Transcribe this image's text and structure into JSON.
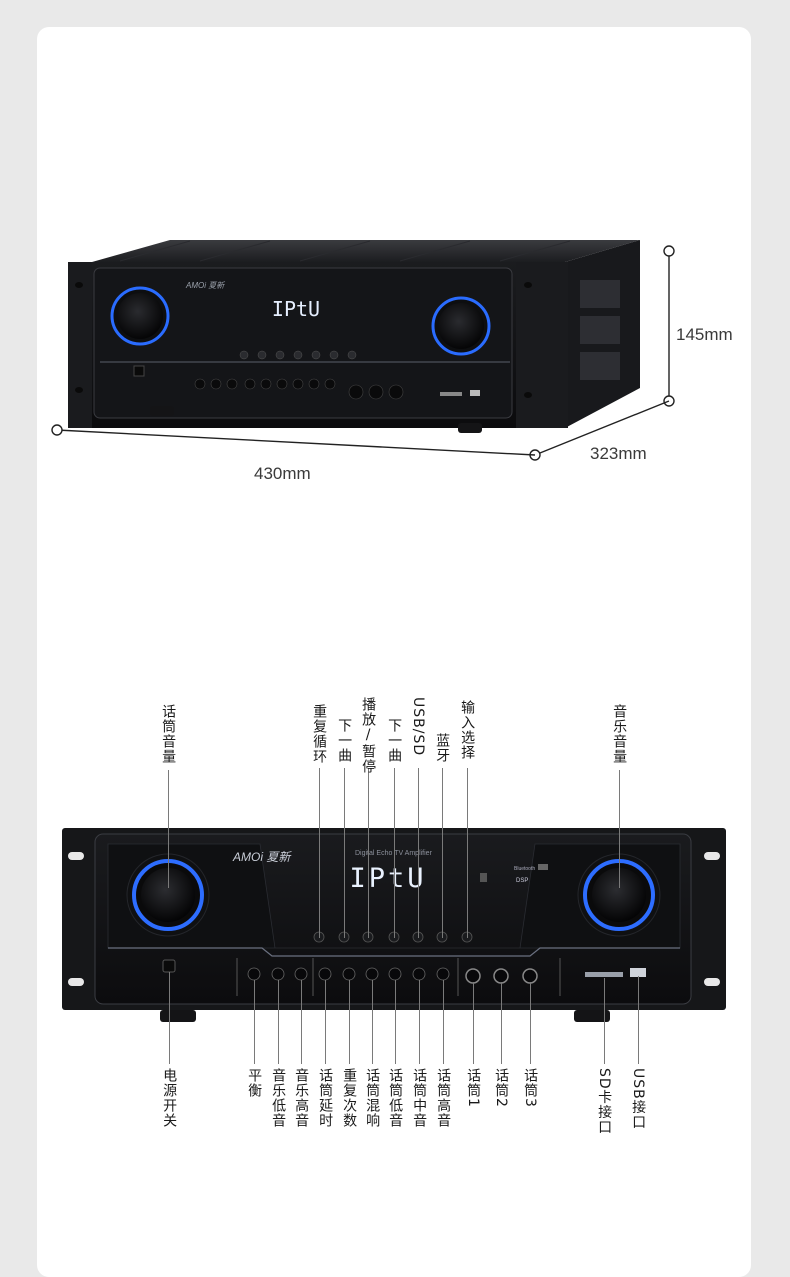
{
  "product": {
    "brand": "AMOI",
    "brand_cn": "夏新",
    "display_text": "IPtU",
    "model_line": "Digital Echo TV Amplifier"
  },
  "dimensions": {
    "height": "145mm",
    "depth": "323mm",
    "width": "430mm"
  },
  "top_labels": {
    "mic_volume": "话筒音量",
    "repeat": "重复循环",
    "prev": "下一曲",
    "play_pause": "播放/暂停",
    "next": "下一曲",
    "usb_sd": "USB/SD",
    "bluetooth": "蓝牙",
    "input_select": "输入选择",
    "music_volume": "音乐音量"
  },
  "bottom_labels": {
    "power": "电源开关",
    "balance": "平衡",
    "music_bass": "音乐低音",
    "music_treble": "音乐高音",
    "mic_delay": "话筒延时",
    "repeat_count": "重复次数",
    "mic_reverb": "话筒混响",
    "mic_bass": "话筒低音",
    "mic_mid": "话筒中音",
    "mic_treble": "话筒高音",
    "mic1": "话筒1",
    "mic2": "话筒2",
    "mic3": "话筒3",
    "sd_port": "SD卡接口",
    "usb_port": "USB接口"
  },
  "colors": {
    "panel": "#121316",
    "ring": "#2b6cff",
    "led": "#eaf2ff"
  }
}
